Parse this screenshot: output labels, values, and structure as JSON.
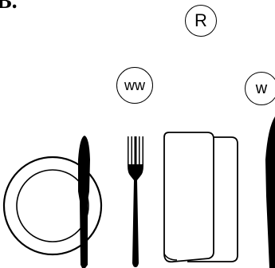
{
  "diagram": {
    "section_label": "B.",
    "markers": {
      "r": "R",
      "ww": "ww",
      "w": "w"
    }
  }
}
